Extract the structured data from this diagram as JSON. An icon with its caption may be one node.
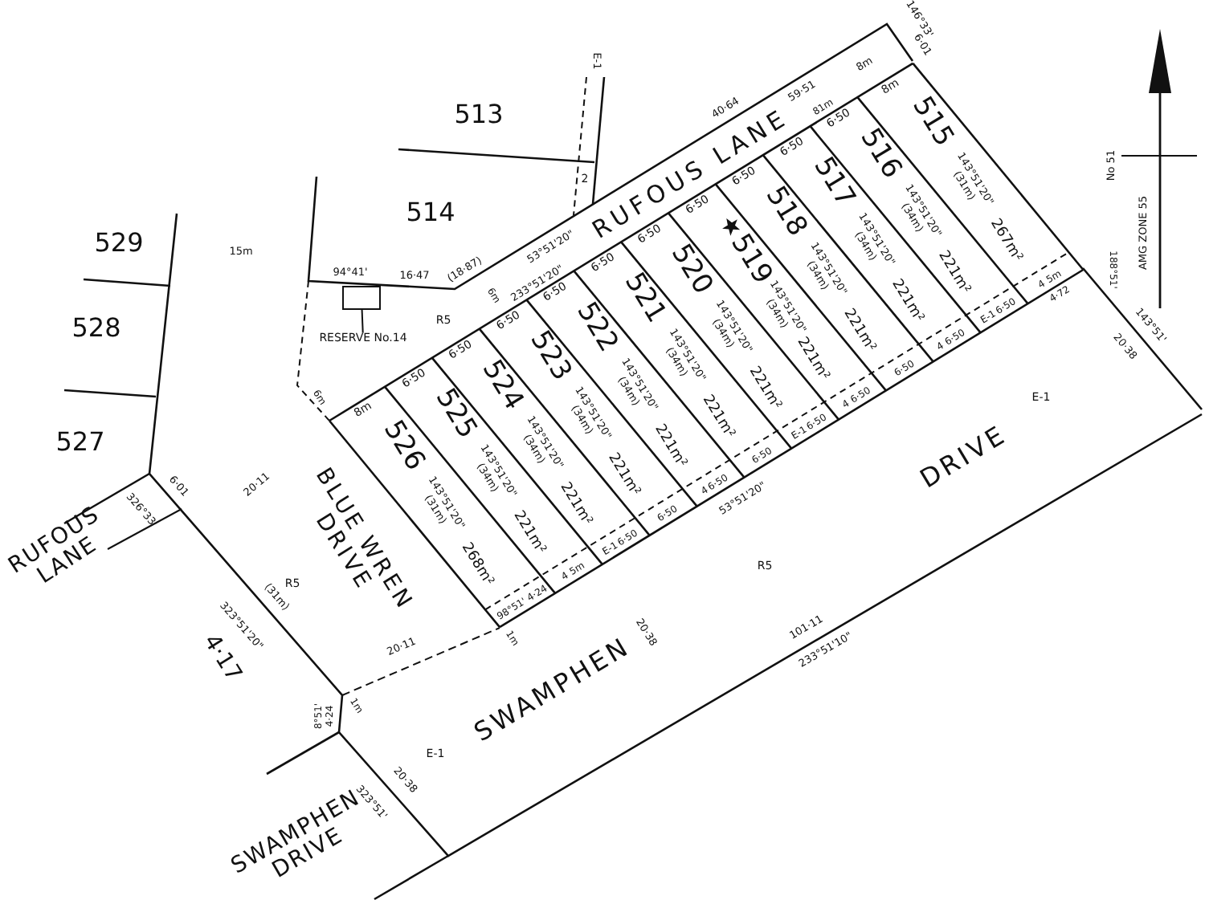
{
  "diagram": {
    "nodes": [
      {
        "text": [
          "RESERVE No.14"
        ]
      },
      {
        "text": [],
        "shape": "box"
      }
    ],
    "edges": [
      {
        "from": 0,
        "to": 1,
        "arrow": "none"
      }
    ],
    "labels": [
      "146°33'",
      "6·01",
      "513",
      "E-1",
      "(18·87)",
      "53°51'20\"",
      "40·64",
      "59·51",
      "8m",
      "81m",
      "RUFOUS LANE",
      "2",
      "514",
      "529",
      "15m",
      "94°41'",
      "16·47",
      "233°51'20\"",
      "6m",
      "R5",
      "528",
      "6m",
      "527",
      "6·01",
      "326°33'",
      "20·11",
      "53°51'20\"",
      "RUFOUS LANE",
      "BLUE WREN DRIVE",
      "R5",
      "(31m)",
      "323°51'20\"",
      "R5",
      "1m",
      "20·38",
      "101·11",
      "233°51'10\"",
      "20·11",
      "4·17",
      "SWAMPHEN",
      "DRIVE",
      "1m",
      "8°51'",
      "4·24",
      "E-1",
      "20·38",
      "323°51'",
      "SWAMPHEN DRIVE",
      "E-1",
      "143°51'",
      "20·38",
      "4·72",
      "188°51'",
      "No 51",
      "AMG ZONE 55",
      "8m",
      "526",
      "143°51'20\"",
      "(31m)",
      "268m²",
      "98°51'",
      "4·24",
      "6·50",
      "525",
      "143°51'20\"",
      "(34m)",
      "221m²",
      "4",
      "5m",
      "6·50",
      "524",
      "143°51'20\"",
      "(34m)",
      "221m²",
      "E-1",
      "6·50",
      "6·50",
      "523",
      "143°51'20\"",
      "(34m)",
      "221m²",
      "6·50",
      "6·50",
      "522",
      "143°51'20\"",
      "(34m)",
      "221m²",
      "4",
      "6·50",
      "6·50",
      "521",
      "143°51'20\"",
      "(34m)",
      "221m²",
      "6·50",
      "6·50",
      "520",
      "143°51'20\"",
      "(34m)",
      "221m²",
      "E-1",
      "6·50",
      "6·50",
      "519",
      "143°51'20\"",
      "(34m)",
      "221m²",
      "4",
      "6·50",
      "6·50",
      "518",
      "143°51'20\"",
      "(34m)",
      "221m²",
      "6·50",
      "6·50",
      "517",
      "143°51'20\"",
      "(34m)",
      "221m²",
      "4",
      "6·50",
      "6·50",
      "516",
      "143°51'20\"",
      "(34m)",
      "221m²",
      "E-1",
      "6·50",
      "8m",
      "515",
      "143°51'20\"",
      "(31m)",
      "267m²",
      "4",
      "5m"
    ]
  }
}
